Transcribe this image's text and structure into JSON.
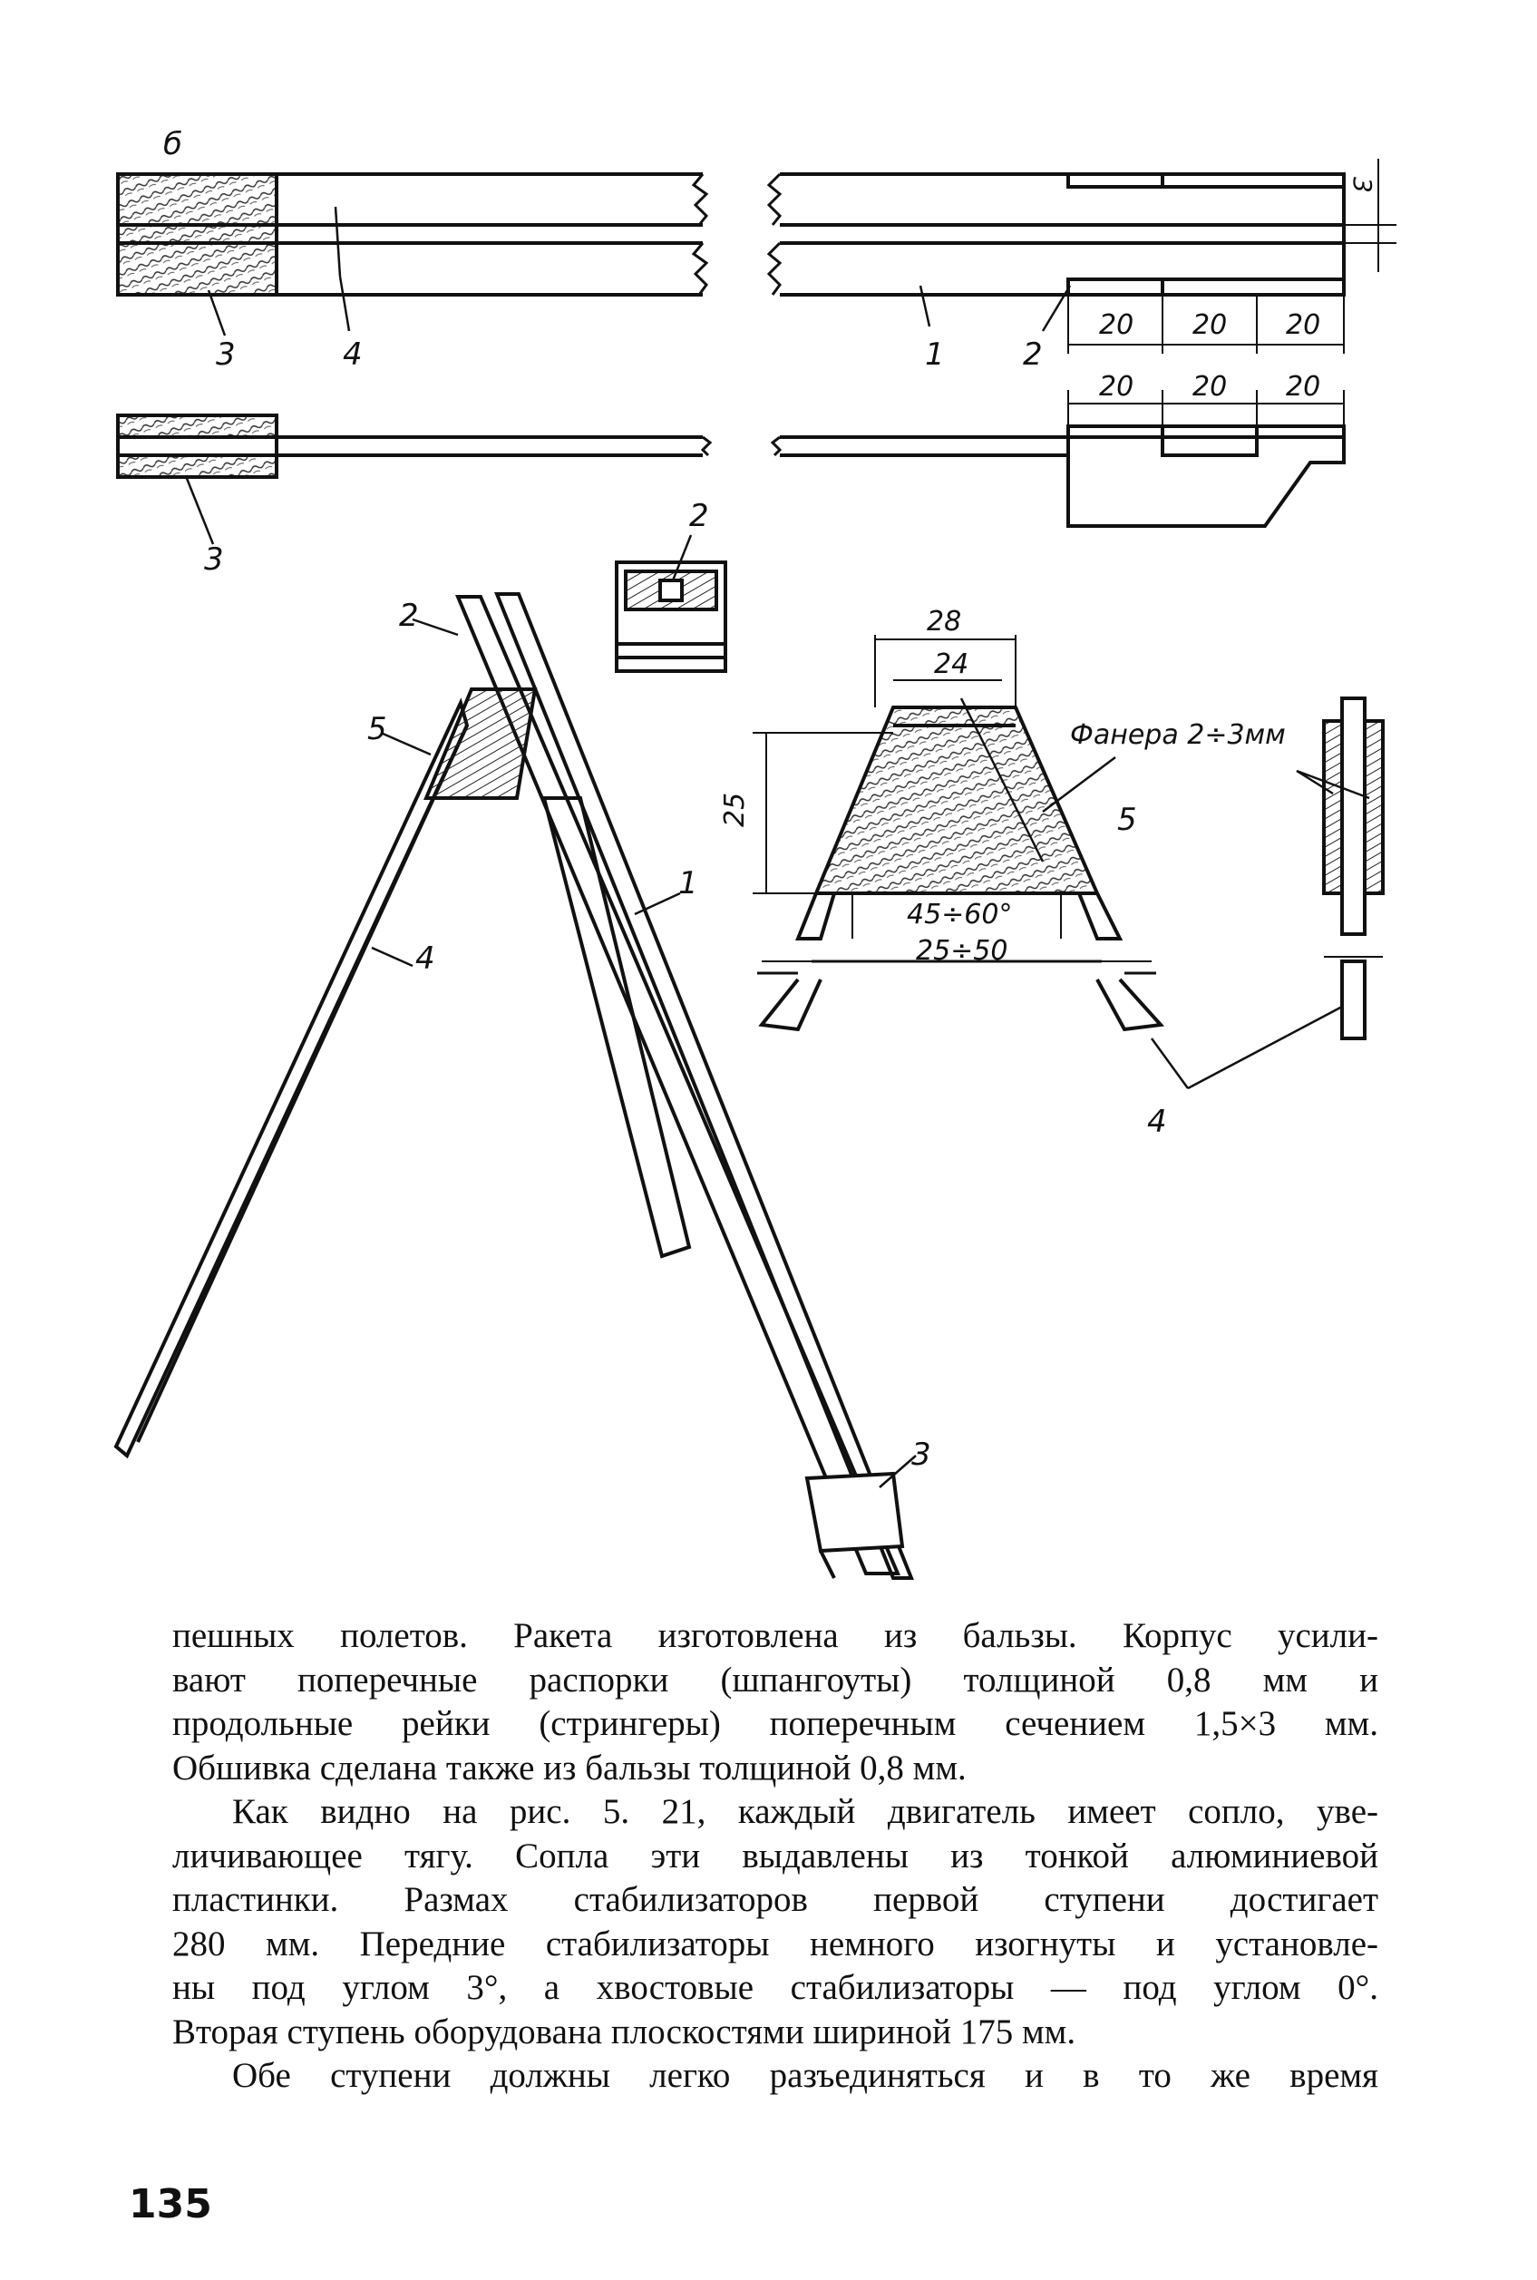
{
  "figure": {
    "section_label": "б",
    "labels": {
      "part1": "1",
      "part2": "2",
      "part3": "3",
      "part4": "4",
      "part5": "5"
    },
    "dimensions": {
      "d20": "20",
      "d3": "3",
      "d28": "28",
      "d24": "24",
      "d25": "25",
      "angle": "45÷60°",
      "spread": "25÷50"
    },
    "callout_plywood": "Фанера 2÷3мм"
  },
  "text": {
    "paragraphs": [
      [
        "пешных полетов. Ракета изготовлена из бальзы. Корпус усили-",
        "вают поперечные распорки (шпангоуты) толщиной 0,8 мм и",
        "продольные рейки (стрингеры) поперечным сечением 1,5×3 мм.",
        "Обшивка сделана также из бальзы толщиной 0,8 мм."
      ],
      [
        "Как видно на рис. 5. 21, каждый двигатель имеет сопло, уве-",
        "личивающее тягу. Сопла эти выдавлены из тонкой алюминиевой",
        "пластинки. Размах стабилизаторов первой ступени достигает",
        "280 мм. Передние стабилизаторы немного изогнуты и установле-",
        "ны под углом 3°, а хвостовые стабилизаторы — под углом 0°.",
        "Вторая ступень оборудована плоскостями шириной 175 мм."
      ],
      [
        "Обе ступени должны легко разъединяться и в то же время"
      ]
    ]
  },
  "page_number": "135"
}
